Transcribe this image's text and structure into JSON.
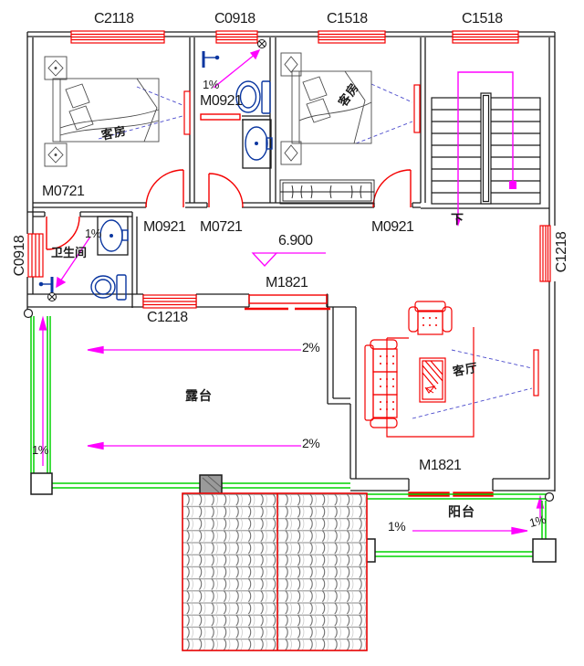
{
  "drawing": {
    "type": "floor-plan",
    "elevation": {
      "value": "6.900"
    },
    "stairs": {
      "down_label": "下"
    }
  },
  "windows": {
    "top": [
      {
        "label": "C2118"
      },
      {
        "label": "C0918"
      },
      {
        "label": "C1518"
      },
      {
        "label": "C1518"
      }
    ],
    "left": {
      "label": "C0918"
    },
    "right": {
      "label": "C1218"
    },
    "hall_bottom": {
      "label": "C1218"
    }
  },
  "door_labels": {
    "bath_lower": "M0721",
    "shower_room": "M0921",
    "hall_a": "M0921",
    "hall_b": "M0721",
    "hall_c": "M0921",
    "terrace_door": "M1821",
    "balcony_door": "M1821"
  },
  "rooms": {
    "bedroom1": {
      "label": "客房"
    },
    "bedroom2": {
      "label": "客房"
    },
    "bathroom": {
      "label": "卫生间"
    },
    "living": {
      "label": "客厅"
    },
    "terrace": {
      "label": "露台"
    },
    "balcony": {
      "label": "阳台"
    }
  },
  "slopes": {
    "shower_room": "1%",
    "bath_lower": "1%",
    "terrace_left": "1%",
    "terrace_a": "2%",
    "terrace_b": "2%",
    "balcony_a": "1%",
    "balcony_b": "1%"
  },
  "colors": {
    "wall": "#1b1b1b",
    "opening_red": "#f40000",
    "slope_magenta": "#ff00ff",
    "deck_green": "#00d300",
    "fixture_blue": "#0a36a0",
    "roof_gray": "#8a8a8a"
  }
}
